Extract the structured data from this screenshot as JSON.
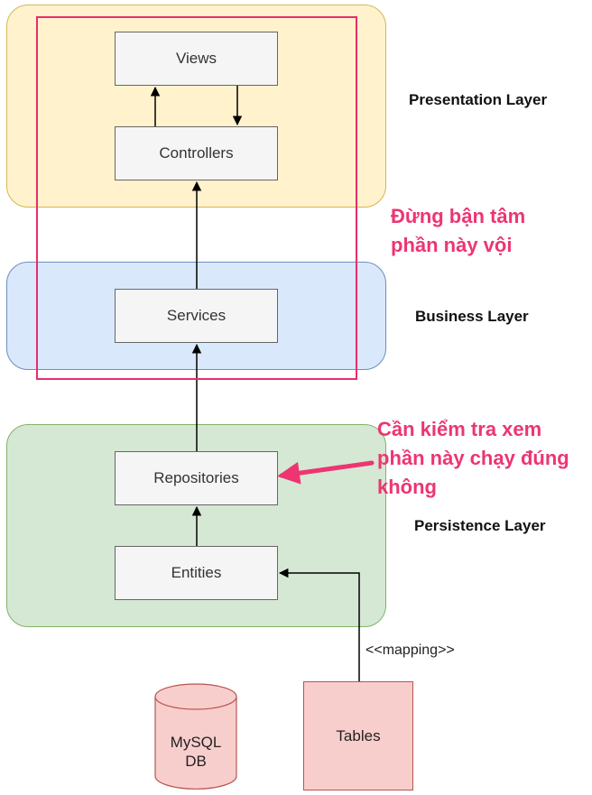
{
  "layers": {
    "presentation": "Presentation Layer",
    "business": "Business Layer",
    "persistence": "Persistence Layer"
  },
  "nodes": {
    "views": "Views",
    "controllers": "Controllers",
    "services": "Services",
    "repositories": "Repositories",
    "entities": "Entities",
    "tables": "Tables",
    "database_line1": "MySQL",
    "database_line2": "DB"
  },
  "edges": {
    "mapping_label": "<<mapping>>"
  },
  "annotations": {
    "note_top_line1": "Đừng bận tâm",
    "note_top_line2": "phần này vội",
    "note_bottom_line1": "Cần kiểm tra xem",
    "note_bottom_line2": "phần này chạy đúng",
    "note_bottom_line3": "không"
  },
  "colors": {
    "presentation_fill": "#fff2cc",
    "business_fill": "#dae8fc",
    "persistence_fill": "#d5e8d4",
    "node_fill": "#f5f5f5",
    "storage_fill": "#f8cecc",
    "annotation_accent": "#e62e6b"
  }
}
